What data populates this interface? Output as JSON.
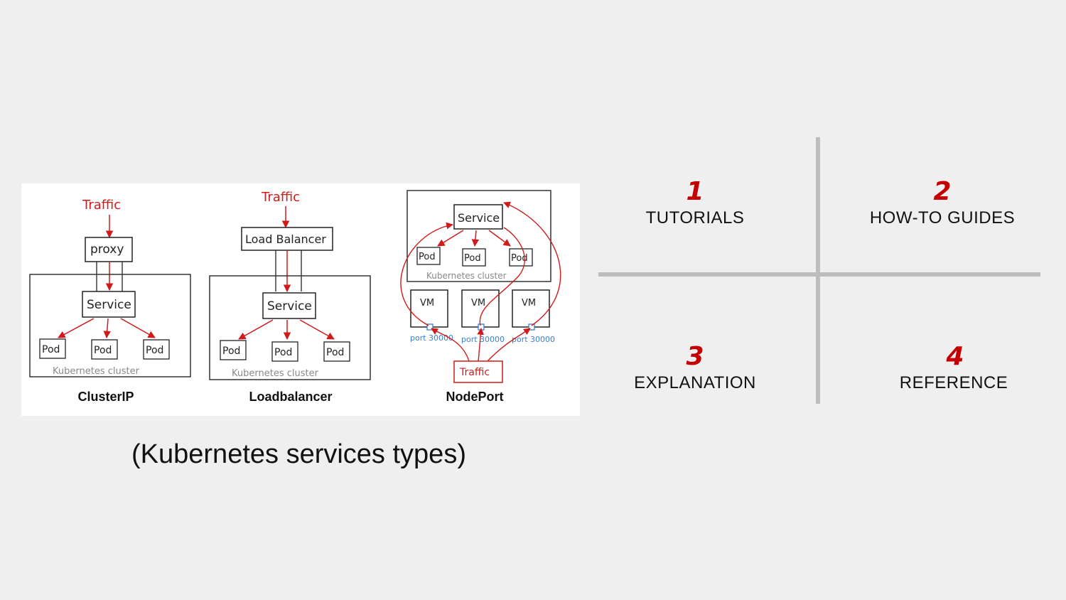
{
  "diagram": {
    "panels": [
      {
        "title": "ClusterIP",
        "traffic": "Traffic",
        "entry": "proxy",
        "service": "Service",
        "pods": [
          "Pod",
          "Pod",
          "Pod"
        ],
        "cluster": "Kubernetes cluster"
      },
      {
        "title": "Loadbalancer",
        "traffic": "Traffic",
        "entry": "Load Balancer",
        "service": "Service",
        "pods": [
          "Pod",
          "Pod",
          "Pod"
        ],
        "cluster": "Kubernetes cluster"
      },
      {
        "title": "NodePort",
        "traffic": "Traffic",
        "service": "Service",
        "pods": [
          "Pod",
          "Pod",
          "Pod"
        ],
        "cluster": "Kubernetes cluster",
        "vms": [
          "VM",
          "VM",
          "VM"
        ],
        "ports": [
          "port 30000",
          "port 30000",
          "port 30000"
        ]
      }
    ]
  },
  "caption": "(Kubernetes services types)",
  "quadrants": [
    {
      "number": "1",
      "label": "TUTORIALS"
    },
    {
      "number": "2",
      "label": "HOW-TO GUIDES"
    },
    {
      "number": "3",
      "label": "EXPLANATION"
    },
    {
      "number": "4",
      "label": "REFERENCE"
    }
  ],
  "colors": {
    "accent": "#c40000",
    "divider": "#bdbdbd",
    "background": "#efefef",
    "port_blue": "#3a7fd0"
  }
}
